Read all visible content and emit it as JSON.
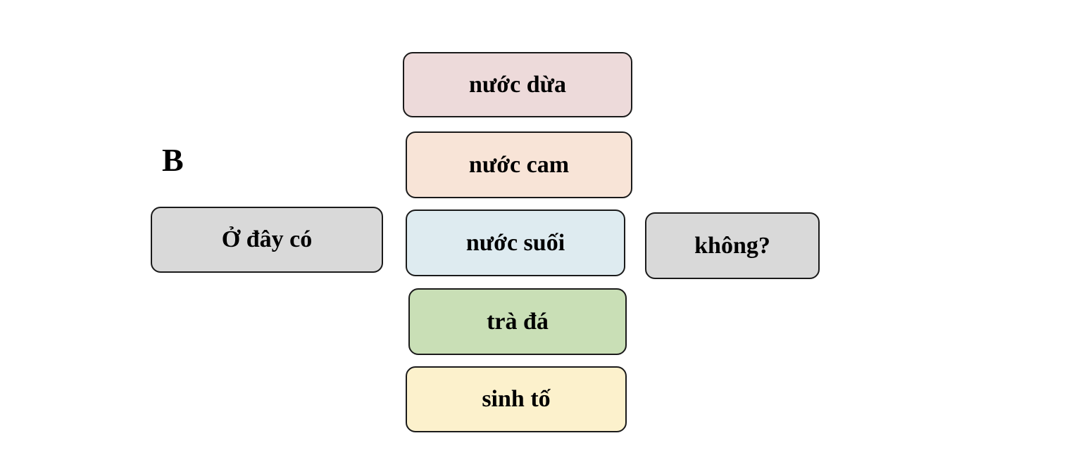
{
  "section_label": "B",
  "sentence": {
    "prefix": "Ở đây có",
    "suffix": "không?"
  },
  "options": [
    {
      "text": "nước dừa"
    },
    {
      "text": "nước cam"
    },
    {
      "text": "nước suối"
    },
    {
      "text": "trà đá"
    },
    {
      "text": "sinh tố"
    }
  ],
  "colors": {
    "sentence_box": "#d9d9d9",
    "option_0": "#eddada",
    "option_1": "#f8e4d7",
    "option_2": "#deebf0",
    "option_3": "#c9dfb6",
    "option_4": "#fcf1cc",
    "border": "#1a1a1a"
  }
}
